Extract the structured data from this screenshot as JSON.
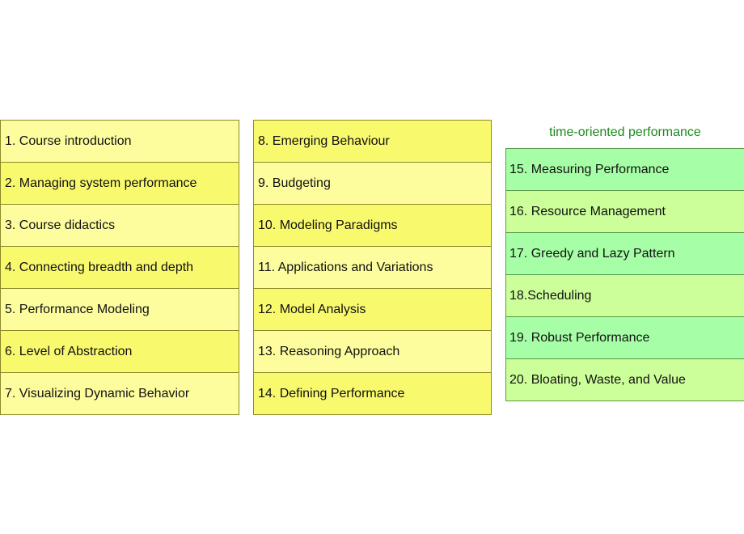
{
  "columns": [
    {
      "title": "",
      "items": [
        "1. Course introduction",
        "2. Managing system performance",
        "3. Course didactics",
        "4. Connecting breadth and depth",
        "5. Performance Modeling",
        "6. Level of Abstraction",
        "7. Visualizing Dynamic Behavior"
      ]
    },
    {
      "title": "",
      "items": [
        "8. Emerging Behaviour",
        "9. Budgeting",
        "10. Modeling Paradigms",
        "11. Applications and Variations",
        "12. Model Analysis",
        "13. Reasoning Approach",
        "14. Defining Performance"
      ]
    },
    {
      "title": "time-oriented performance",
      "items": [
        "15. Measuring Performance",
        "16. Resource Management",
        "17. Greedy and Lazy Pattern",
        "18.Scheduling",
        "19. Robust Performance",
        "20. Bloating, Waste, and Value"
      ]
    }
  ],
  "colors": {
    "yellow_light": "#fdfd9e",
    "yellow_dark": "#f9f96e",
    "green_light": "#ccff99",
    "green_dark": "#a6ffa6",
    "title_green": "#1a8a1a"
  }
}
